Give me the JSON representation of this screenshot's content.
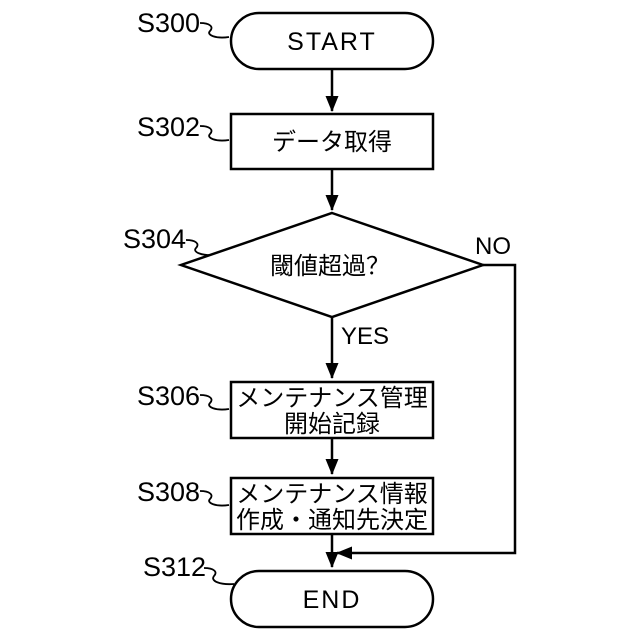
{
  "figure": {
    "type": "flowchart",
    "background_color": "#ffffff",
    "line_color": "#000000",
    "steps": [
      {
        "ref": "S300",
        "shape": "terminator",
        "text": "START"
      },
      {
        "ref": "S302",
        "shape": "process",
        "text": "データ取得"
      },
      {
        "ref": "S304",
        "shape": "decision",
        "text": "閾値超過？"
      },
      {
        "ref": "S306",
        "shape": "process",
        "text_line1": "メンテナンス管理",
        "text_line2": "開始記録"
      },
      {
        "ref": "S308",
        "shape": "process",
        "text_line1": "メンテナンス情報",
        "text_line2": "作成・通知先決定"
      },
      {
        "ref": "S312",
        "shape": "terminator",
        "text": "END"
      }
    ],
    "branch_labels": {
      "yes": "YES",
      "no": "NO"
    }
  }
}
